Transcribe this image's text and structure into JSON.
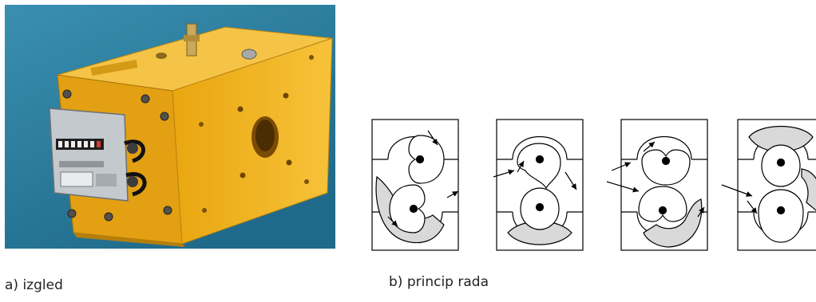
{
  "captions": {
    "appearance": "a) izgled",
    "principle": "b) princip rada"
  },
  "colors": {
    "photo_background": "#2f7f9f",
    "meter_body": "#f2b21b",
    "counter_plate": "#c7ccd1",
    "diagram_stroke": "#000000",
    "diagram_shade": "#d9d9d9"
  },
  "diagram": {
    "frames": [
      {
        "name": "stage-1",
        "rotor_angle_deg": 0
      },
      {
        "name": "stage-2",
        "rotor_angle_deg": 45
      },
      {
        "name": "stage-3",
        "rotor_angle_deg": 90
      },
      {
        "name": "stage-4",
        "rotor_angle_deg": 135
      }
    ]
  }
}
